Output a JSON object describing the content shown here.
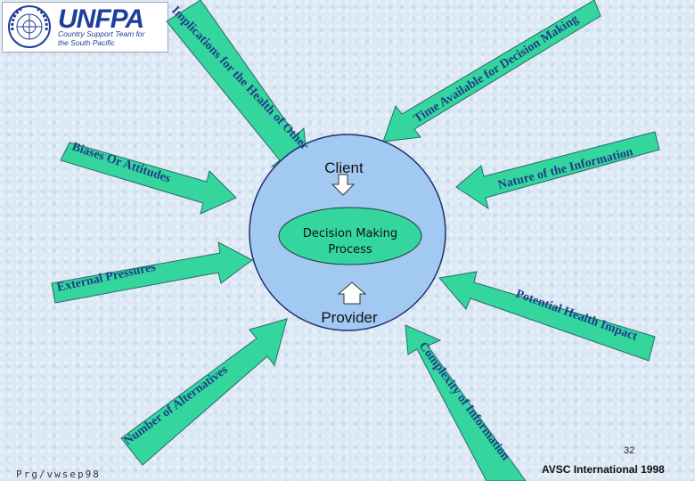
{
  "logo": {
    "wordmark": "UNFPA",
    "subtitle_line1": "Country Support Team for",
    "subtitle_line2": "the South Pacific"
  },
  "center": {
    "client": "Client",
    "decision_line1": "Decision Making",
    "decision_line2": "Process",
    "provider": "Provider"
  },
  "factors": {
    "implications": "Implications for the Health of Others",
    "time": "Time Available for Decision Making",
    "biases": "Biases Or Attitudes",
    "nature": "Nature of the Information",
    "external": "External Pressures",
    "potential": "Potential Health Impact",
    "alternatives": "Number of Alternatives",
    "complexity": "Complexity of Information"
  },
  "footer": {
    "left": "Prg/vwsep98",
    "page": "32",
    "right": "AVSC International 1998"
  },
  "colors": {
    "arrow_fill": "#34d69e",
    "circle_fill": "#a2c9f2",
    "ellipse_fill": "#34d69e",
    "arrow_text": "#1f3e8a",
    "logo_blue": "#1f3e99"
  }
}
